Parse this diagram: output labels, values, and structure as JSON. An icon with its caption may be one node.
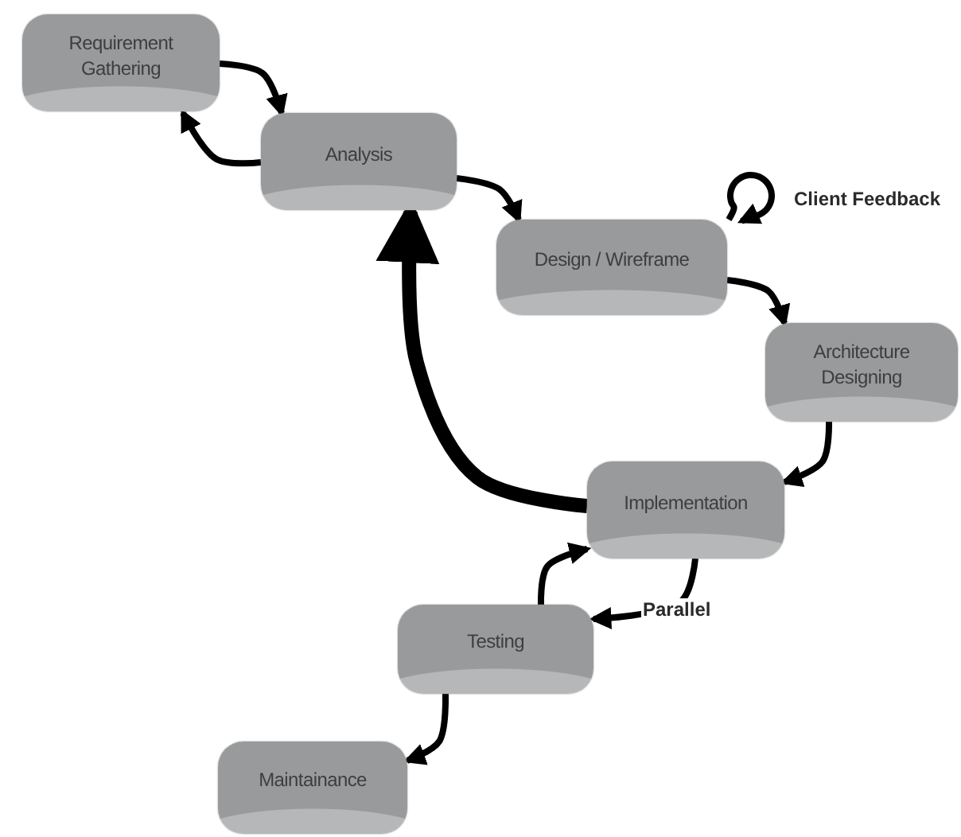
{
  "diagram": {
    "nodes": [
      {
        "text": [
          "Requirement Gathering"
        ]
      },
      {
        "text": [
          "Analysis"
        ]
      },
      {
        "text": [
          "Design / Wireframe"
        ]
      },
      {
        "text": [
          "Architecture Designing"
        ]
      },
      {
        "text": [
          "Implementation"
        ]
      },
      {
        "text": [
          "Testing"
        ]
      },
      {
        "text": [
          "Maintainance"
        ]
      }
    ],
    "edges": [
      {
        "from": 0,
        "to": 1,
        "arrow": "to"
      },
      {
        "from": 1,
        "to": 0,
        "arrow": "to"
      },
      {
        "from": 1,
        "to": 2,
        "arrow": "to"
      },
      {
        "from": 2,
        "to": 3,
        "arrow": "to"
      },
      {
        "from": 3,
        "to": 4,
        "arrow": "to"
      },
      {
        "from": 4,
        "to": 5,
        "arrow": "to",
        "label": "Parallel"
      },
      {
        "from": 5,
        "to": 4,
        "arrow": "to"
      },
      {
        "from": 5,
        "to": 6,
        "arrow": "to"
      },
      {
        "from": 4,
        "to": 1,
        "arrow": "to",
        "style": "thick"
      },
      {
        "from": 2,
        "to": 2,
        "arrow": "to",
        "label": "Client Feedback"
      }
    ]
  }
}
